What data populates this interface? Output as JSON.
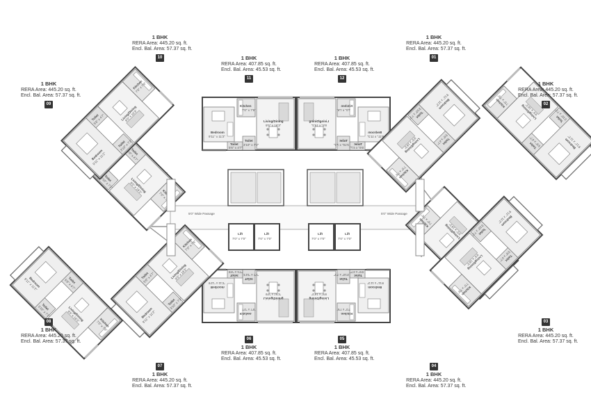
{
  "units": [
    {
      "id": "10",
      "type": "1 BHK",
      "rera": "RERA Area: 445.20 sq. ft.",
      "bal": "Encl. Bal. Area: 57.37 sq. ft."
    },
    {
      "id": "11",
      "type": "1 BHK",
      "rera": "RERA Area: 407.85 sq. ft.",
      "bal": "Encl. Bal. Area: 45.53 sq. ft."
    },
    {
      "id": "12",
      "type": "1 BHK",
      "rera": "RERA Area: 407.85 sq. ft.",
      "bal": "Encl. Bal. Area: 45.53 sq. ft."
    },
    {
      "id": "01",
      "type": "1 BHK",
      "rera": "RERA Area: 445.20 sq. ft.",
      "bal": "Encl. Bal. Area: 57.37 sq. ft."
    },
    {
      "id": "09",
      "type": "1 BHK",
      "rera": "RERA Area: 445.20 sq. ft.",
      "bal": "Encl. Bal. Area: 57.37 sq. ft."
    },
    {
      "id": "02",
      "type": "1 BHK",
      "rera": "RERA Area: 445.20 sq. ft.",
      "bal": "Encl. Bal. Area: 57.37 sq. ft."
    },
    {
      "id": "08",
      "type": "1 BHK",
      "rera": "RERA Area: 445.20 sq. ft.",
      "bal": "Encl. Bal. Area: 57.37 sq. ft."
    },
    {
      "id": "03",
      "type": "1 BHK",
      "rera": "RERA Area: 445.20 sq. ft.",
      "bal": "Encl. Bal. Area: 57.37 sq. ft."
    },
    {
      "id": "06",
      "type": "1 BHK",
      "rera": "RERA Area: 407.85 sq. ft.",
      "bal": "Encl. Bal. Area: 45.53 sq. ft."
    },
    {
      "id": "05",
      "type": "1 BHK",
      "rera": "RERA Area: 407.85 sq. ft.",
      "bal": "Encl. Bal. Area: 45.53 sq. ft."
    },
    {
      "id": "07",
      "type": "1 BHK",
      "rera": "RERA Area: 445.20 sq. ft.",
      "bal": "Encl. Bal. Area: 57.37 sq. ft."
    },
    {
      "id": "04",
      "type": "1 BHK",
      "rera": "RERA Area: 445.20 sq. ft.",
      "bal": "Encl. Bal. Area: 57.37 sq. ft."
    }
  ],
  "passage_label": "5'0\" Wide Passage",
  "lift": {
    "label": "Lift",
    "size": "7'0\" x 7'0\""
  },
  "rooms": {
    "bedroom": "Bedroom",
    "bedroom_size": "9'11\" x 11'2\"",
    "kitchen": "Kitchen",
    "kitchen_size": "7'0\" x 7'6\"",
    "living": "Living/Dining",
    "living_size": "9'5\" x 16'3\"",
    "toilet": "Toilet",
    "toilet_size": "5'6\" x 4'7\"",
    "toilet2_size": "3'10\" x 7'2\""
  }
}
